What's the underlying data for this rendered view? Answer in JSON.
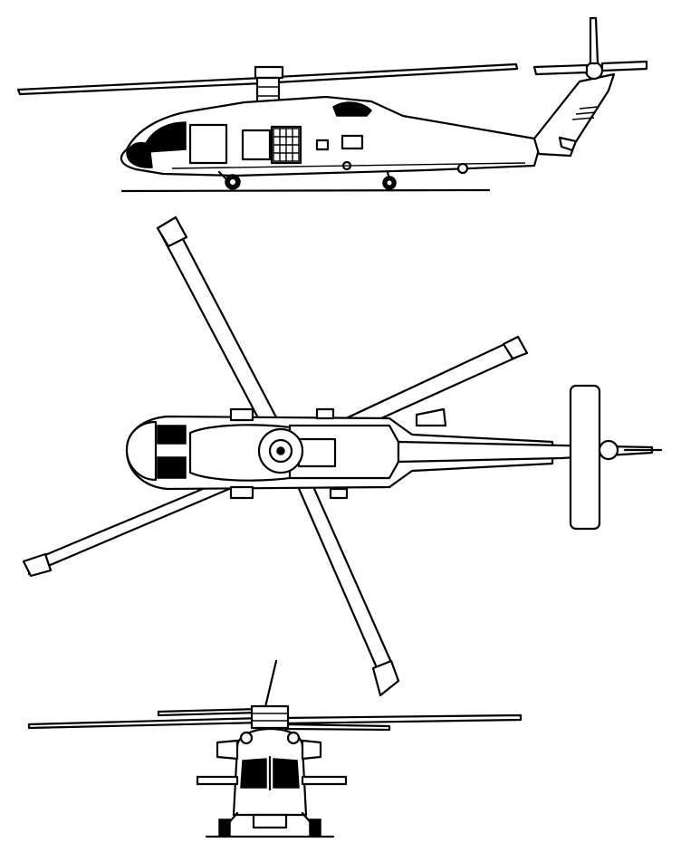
{
  "drawing": {
    "subject": "",
    "views": [
      "side",
      "top",
      "front"
    ]
  },
  "colors": {
    "line": "#000000",
    "background": "#ffffff"
  }
}
